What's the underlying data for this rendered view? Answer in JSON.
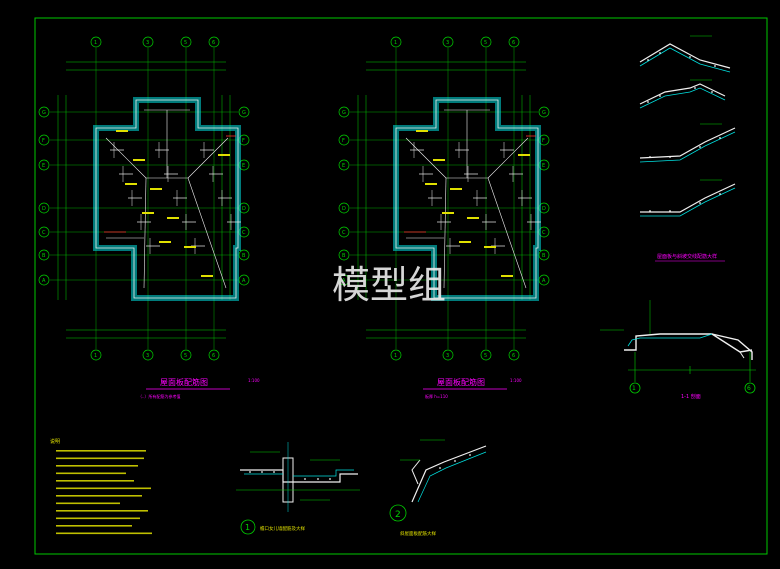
{
  "drawing": {
    "colors": {
      "background": "#000000",
      "frame": "#00c800",
      "dim": "#00d000",
      "wall": "#00e0e0",
      "rebar": "#f0f0f0",
      "note": "#e0e000",
      "title": "#ff00ff",
      "accent": "#ff3030"
    },
    "watermark": "模型组",
    "plan_left": {
      "title": "屋面板配筋图",
      "scale": "1:100",
      "subtitle": "（..）所有配筋为参考值"
    },
    "plan_right": {
      "title": "屋面板配筋图",
      "scale": "1:100",
      "subtitle": "板厚 h=110"
    },
    "details": {
      "ridge_title": "屋面板与斜坡交线配筋大样",
      "section_title": "1-1 剖面",
      "detail1_number": "1",
      "detail1_title": "檐口女儿墙配筋及大样",
      "detail2_number": "2",
      "detail2_title": "斜屋面板配筋大样"
    },
    "notes": {
      "heading": "说明"
    },
    "axes_top": [
      "1",
      "3",
      "5",
      "6"
    ],
    "axes_bottom": [
      "1",
      "3",
      "5",
      "6"
    ],
    "axes_side": [
      "G",
      "F",
      "E",
      "D",
      "C",
      "B",
      "A"
    ],
    "section_axes": [
      "1",
      "6"
    ]
  }
}
